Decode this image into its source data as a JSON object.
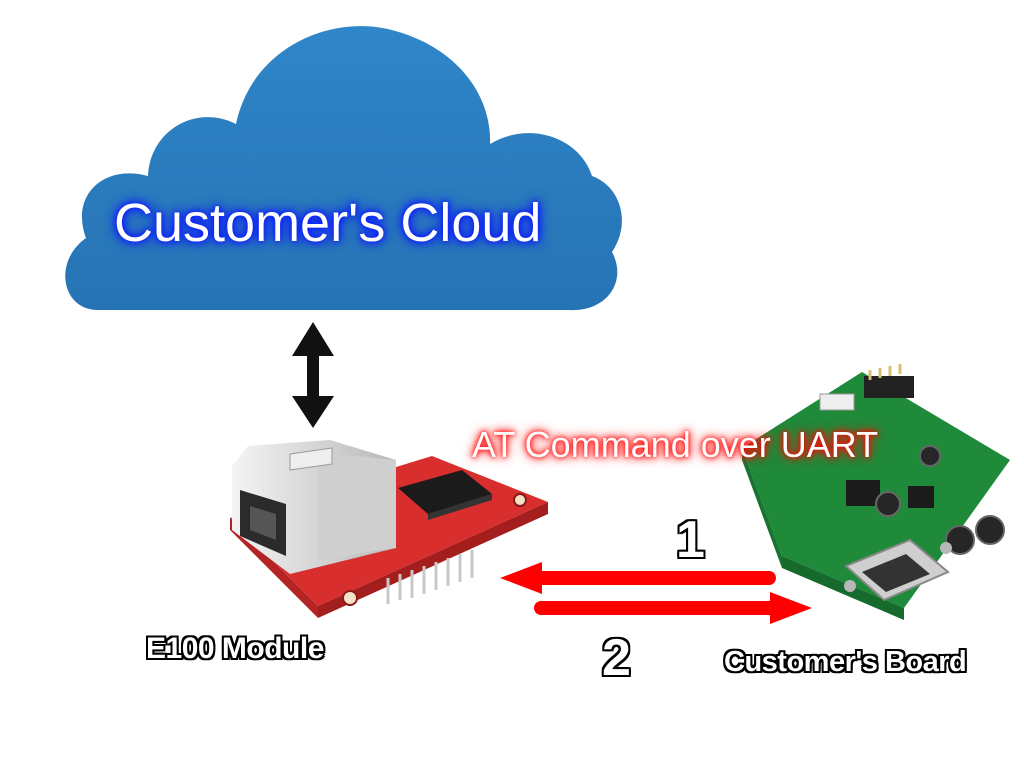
{
  "diagram": {
    "cloud": {
      "label": "Customer's Cloud",
      "color": "#2a7dc0",
      "icon": "cloud-icon"
    },
    "link_label": "AT Command over UART",
    "arrow_color": "#ff0000",
    "step_labels": [
      "1",
      "2"
    ],
    "nodes": {
      "module": {
        "label": "E100 Module",
        "icon": "pcb-icon",
        "board_color": "#e03a3a"
      },
      "board": {
        "label": "Customer's Board",
        "icon": "pcb-icon",
        "board_color": "#1f8a3a"
      }
    }
  }
}
